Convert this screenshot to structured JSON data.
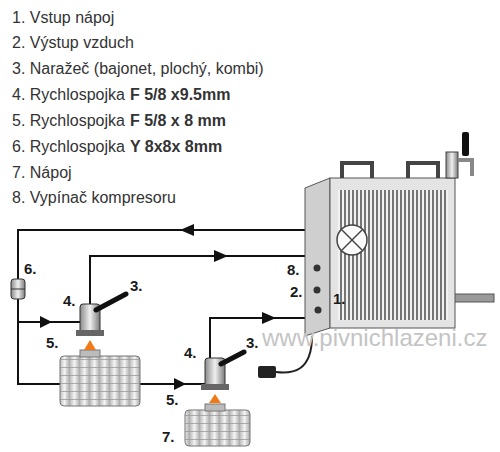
{
  "diagram": {
    "labels": [
      "1. Vstup nápoj",
      "2. Výstup vzduch",
      "3. Naražeč (bajonet, plochý, kombi)",
      "4. Rychlospojka",
      "F 5/8 x9.5mm",
      "5. Rychlospojka",
      "F 5/8 x 8 mm",
      "6. Rychlospojka",
      "Y 8x8x 8mm",
      "7. Nápoj",
      "8. Vypínač kompresoru",
      "6.",
      "4.",
      "3.",
      "5.",
      "8.",
      "2.",
      "1.",
      "4.",
      "3.",
      "5.",
      "7.",
      "www.pivnichlazeni.cz"
    ]
  }
}
